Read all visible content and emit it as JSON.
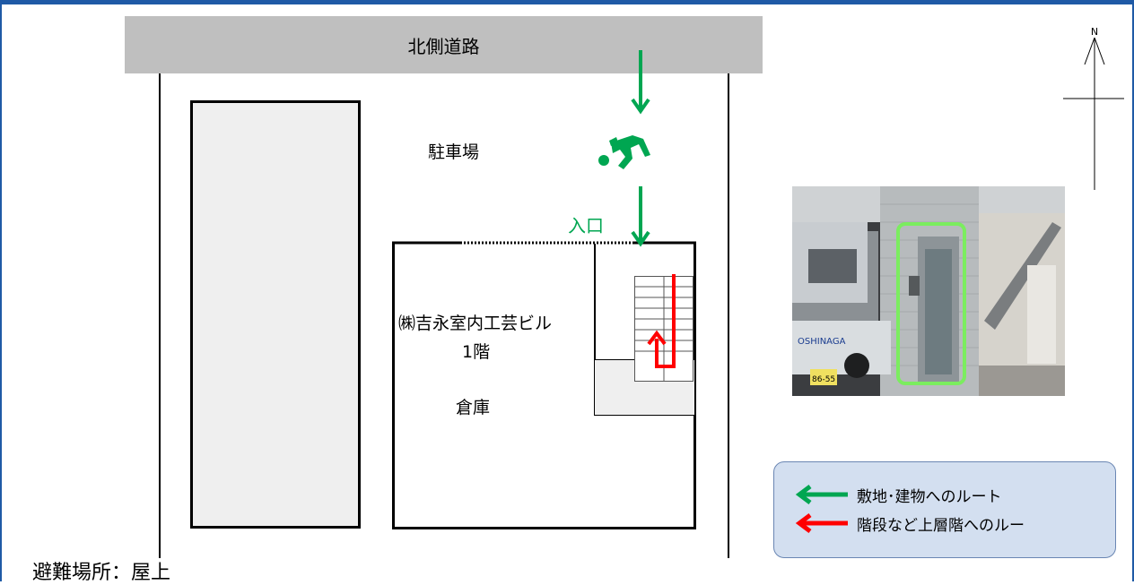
{
  "road_label": "北側道路",
  "parking_label": "駐車場",
  "entrance_label": "入口",
  "building_name": "㈱吉永室内工芸ビル",
  "building_floor": "1階",
  "warehouse_label": "倉庫",
  "north_label": "N",
  "evacuation_label": "避難場所：屋上",
  "legend": {
    "green_text": "敷地･建物へのルート",
    "red_text": "階段など上層階へのルー"
  },
  "photo_sign_text": "OSHINAGA",
  "photo_plate_text": "86-55",
  "colors": {
    "frame": "#1f5aa6",
    "green": "#00a651",
    "red": "#ff0000",
    "road": "#bfbfbf",
    "legend_bg": "#d3dff0",
    "highlight": "#7bed5f"
  },
  "icons": [
    "walking-person-icon",
    "north-compass-icon",
    "down-arrow-icon",
    "left-arrow-icon"
  ]
}
